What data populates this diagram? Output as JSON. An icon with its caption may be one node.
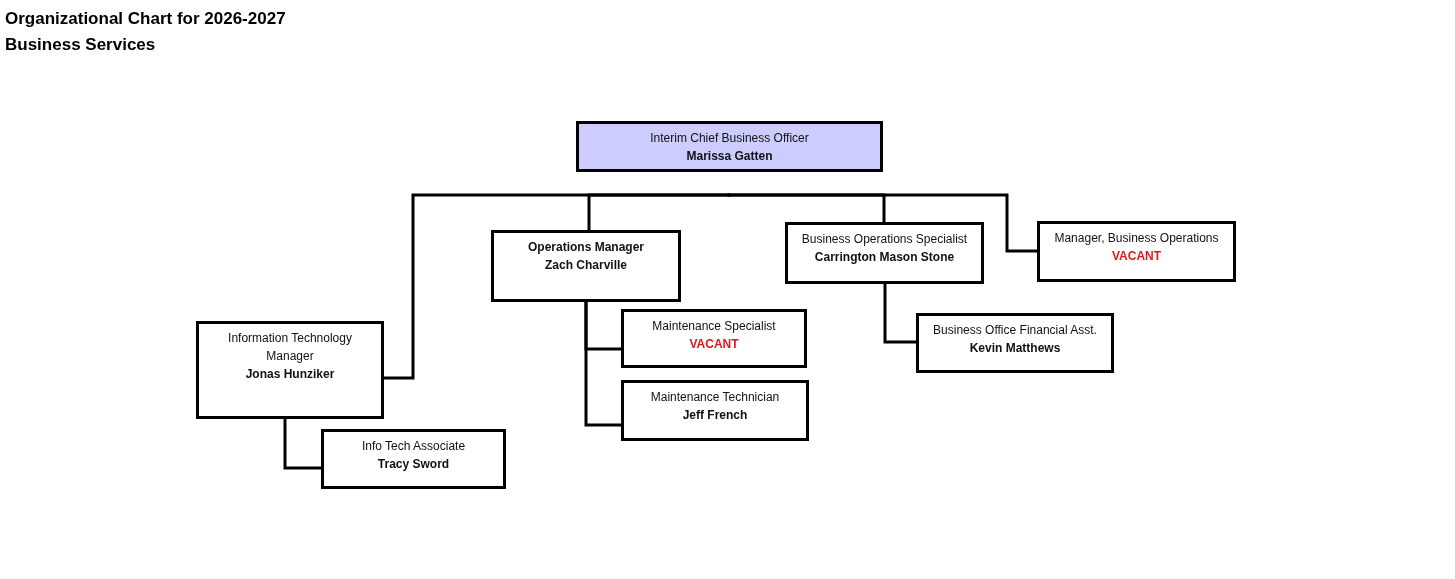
{
  "diagram": {
    "title": "Organizational Chart for 2026-2027",
    "labels": [
      "Business Services"
    ],
    "nodes": [
      {
        "text": [
          "Interim Chief Business Officer",
          "Marissa Gatten"
        ]
      },
      {
        "text": [
          "Information Technology Manager",
          "Jonas Hunziker"
        ]
      },
      {
        "text": [
          "Info Tech Associate",
          "Tracy Sword"
        ]
      },
      {
        "text": [
          "Operations Manager",
          "Zach Charville"
        ]
      },
      {
        "text": [
          "Maintenance Specialist",
          "VACANT"
        ]
      },
      {
        "text": [
          "Maintenance Technician",
          "Jeff French"
        ]
      },
      {
        "text": [
          "Business Operations Specialist",
          "Carrington Mason Stone"
        ]
      },
      {
        "text": [
          "Business Office Financial Asst.",
          "Kevin Matthews"
        ]
      },
      {
        "text": [
          "Manager, Business Operations",
          "VACANT"
        ]
      }
    ],
    "edges": [
      {
        "from": null,
        "to": 1,
        "arrow": "none"
      },
      {
        "from": null,
        "to": 3,
        "arrow": "none"
      },
      {
        "from": null,
        "to": 6,
        "arrow": "none"
      },
      {
        "from": null,
        "to": 8,
        "arrow": "none"
      },
      {
        "from": 1,
        "to": 2,
        "arrow": "none"
      },
      {
        "from": 3,
        "to": 4,
        "arrow": "none"
      },
      {
        "from": 3,
        "to": 5,
        "arrow": "none"
      },
      {
        "from": 6,
        "to": 7,
        "arrow": "none"
      }
    ]
  }
}
